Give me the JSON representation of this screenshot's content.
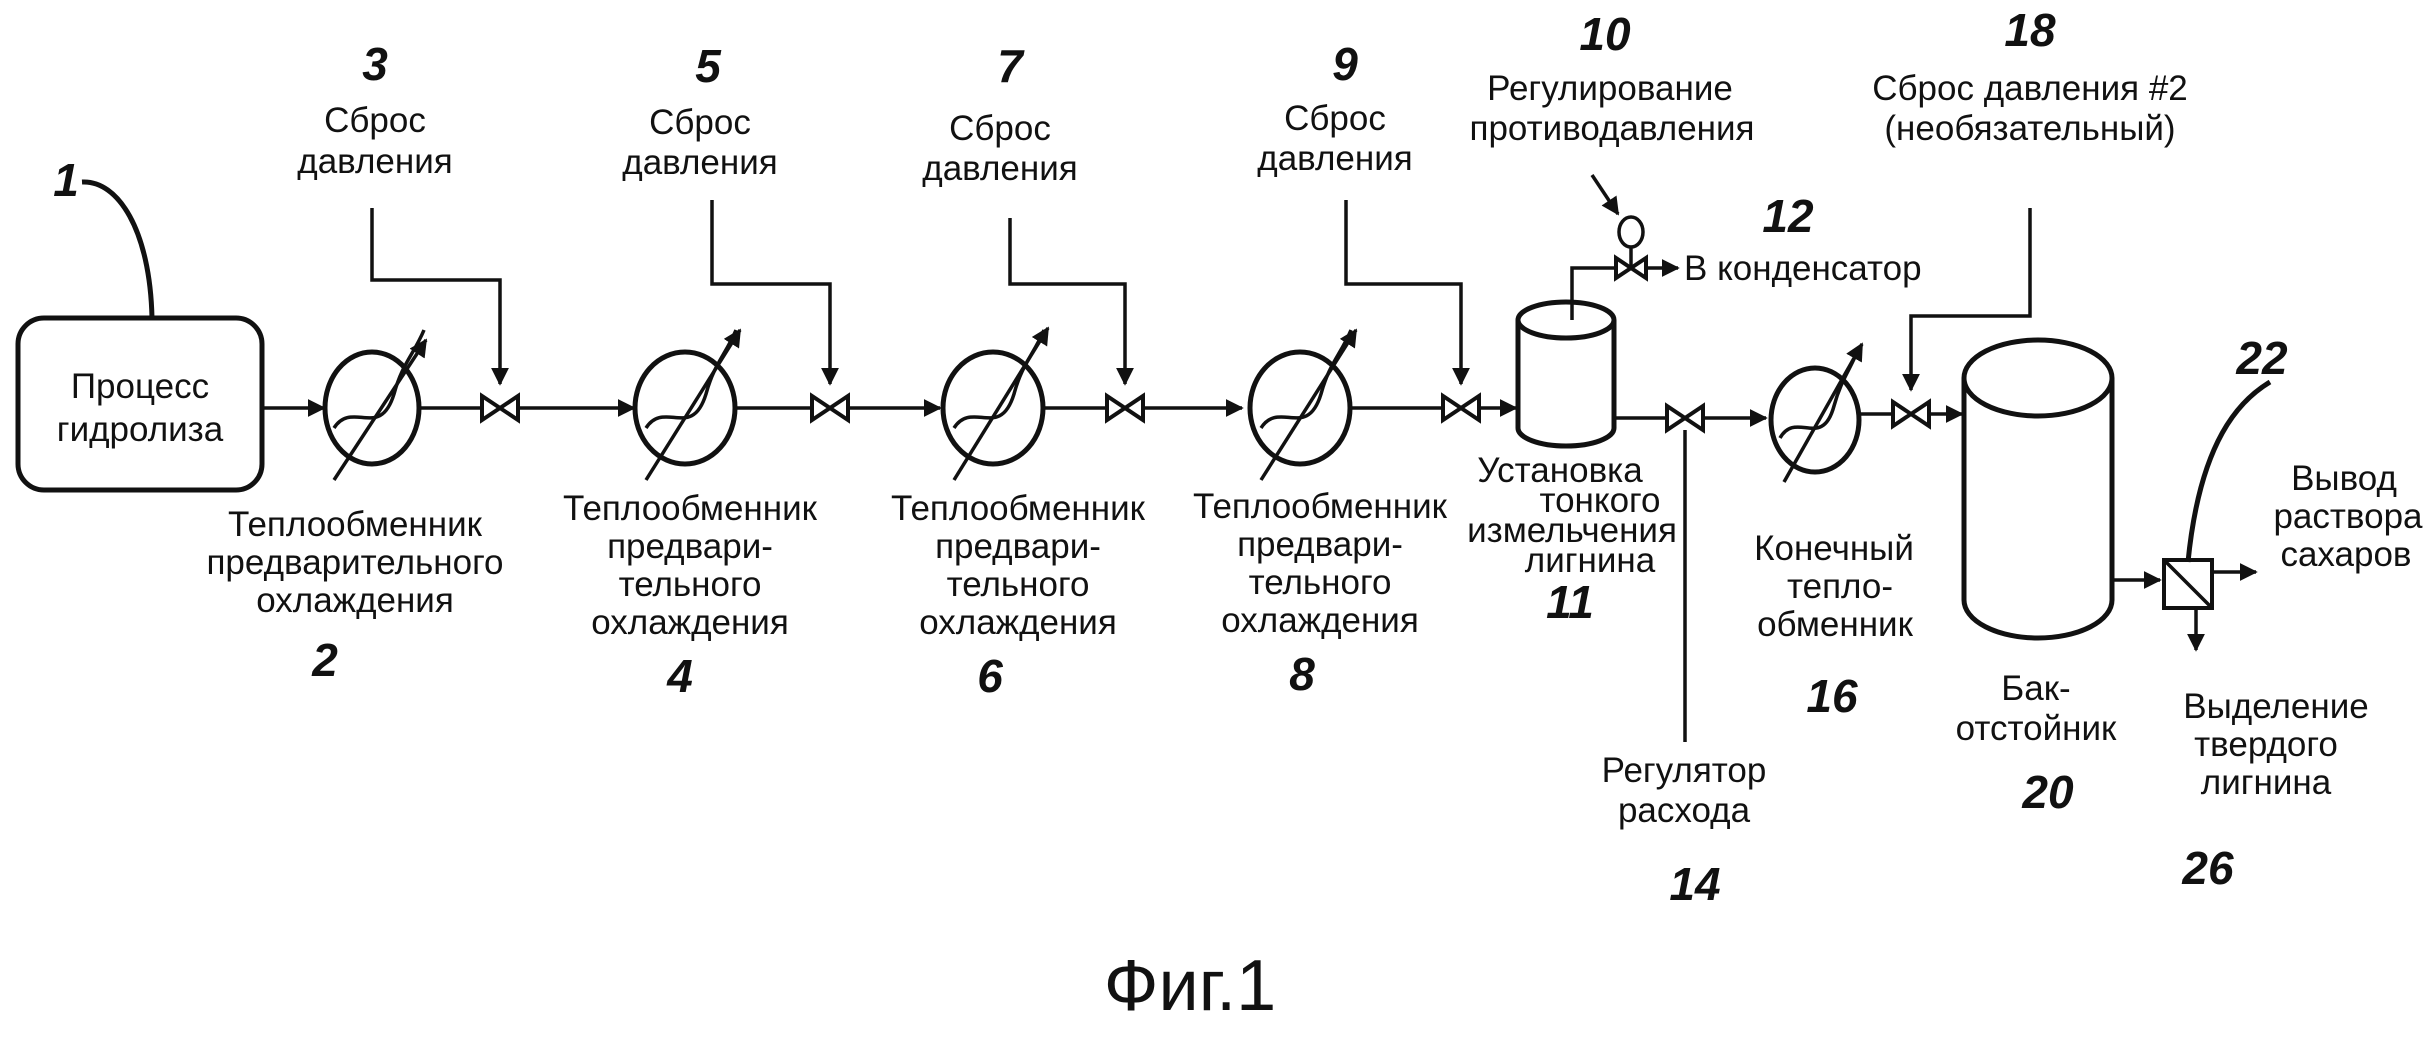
{
  "hydrolysis": {
    "label": [
      "Процесс",
      "гидролиза"
    ],
    "number": "1"
  },
  "hx2": {
    "label": [
      "Теплообменник",
      "предварительного",
      "охлаждения"
    ],
    "number": "2"
  },
  "relief3": {
    "label": [
      "Сброс",
      "давления"
    ],
    "number": "3"
  },
  "hx4": {
    "label": [
      "Теплообменник",
      "предвари-",
      "тельного",
      "охлаждения"
    ],
    "number": "4"
  },
  "relief5": {
    "label": [
      "Сброс",
      "давления"
    ],
    "number": "5"
  },
  "hx6": {
    "label": [
      "Теплообменник",
      "предвари-",
      "тельного",
      "охлаждения"
    ],
    "number": "6"
  },
  "relief7": {
    "label": [
      "Сброс",
      "давления"
    ],
    "number": "7"
  },
  "hx8": {
    "label": [
      "Теплообменник",
      "предвари-",
      "тельного",
      "охлаждения"
    ],
    "number": "8"
  },
  "relief9": {
    "label": [
      "Сброс",
      "давления"
    ],
    "number": "9"
  },
  "backpressure10": {
    "label": [
      "Регулирование",
      "противодавления"
    ],
    "number": "10"
  },
  "mill11": {
    "label": [
      "Установка",
      "тонкого",
      "измельчения",
      "лигнина"
    ],
    "number": "11"
  },
  "condenser12": {
    "label": "В конденсатор",
    "number": "12"
  },
  "flow14": {
    "label": [
      "Регулятор",
      "расхода"
    ],
    "number": "14"
  },
  "hx16": {
    "label": [
      "Конечный",
      "тепло-",
      "обменник"
    ],
    "number": "16"
  },
  "relief18": {
    "label": [
      "Сброс давления #2",
      "(необязательный)"
    ],
    "number": "18"
  },
  "tank20": {
    "label": [
      "Бак-",
      "отстойник"
    ],
    "number": "20"
  },
  "sugar22": {
    "label": [
      "Вывод",
      "раствора",
      "сахаров"
    ],
    "number": "22"
  },
  "solid26": {
    "label": [
      "Выделение",
      "твердого",
      "лигнина"
    ],
    "number": "26"
  },
  "figure": {
    "caption": "Фиг.1"
  }
}
